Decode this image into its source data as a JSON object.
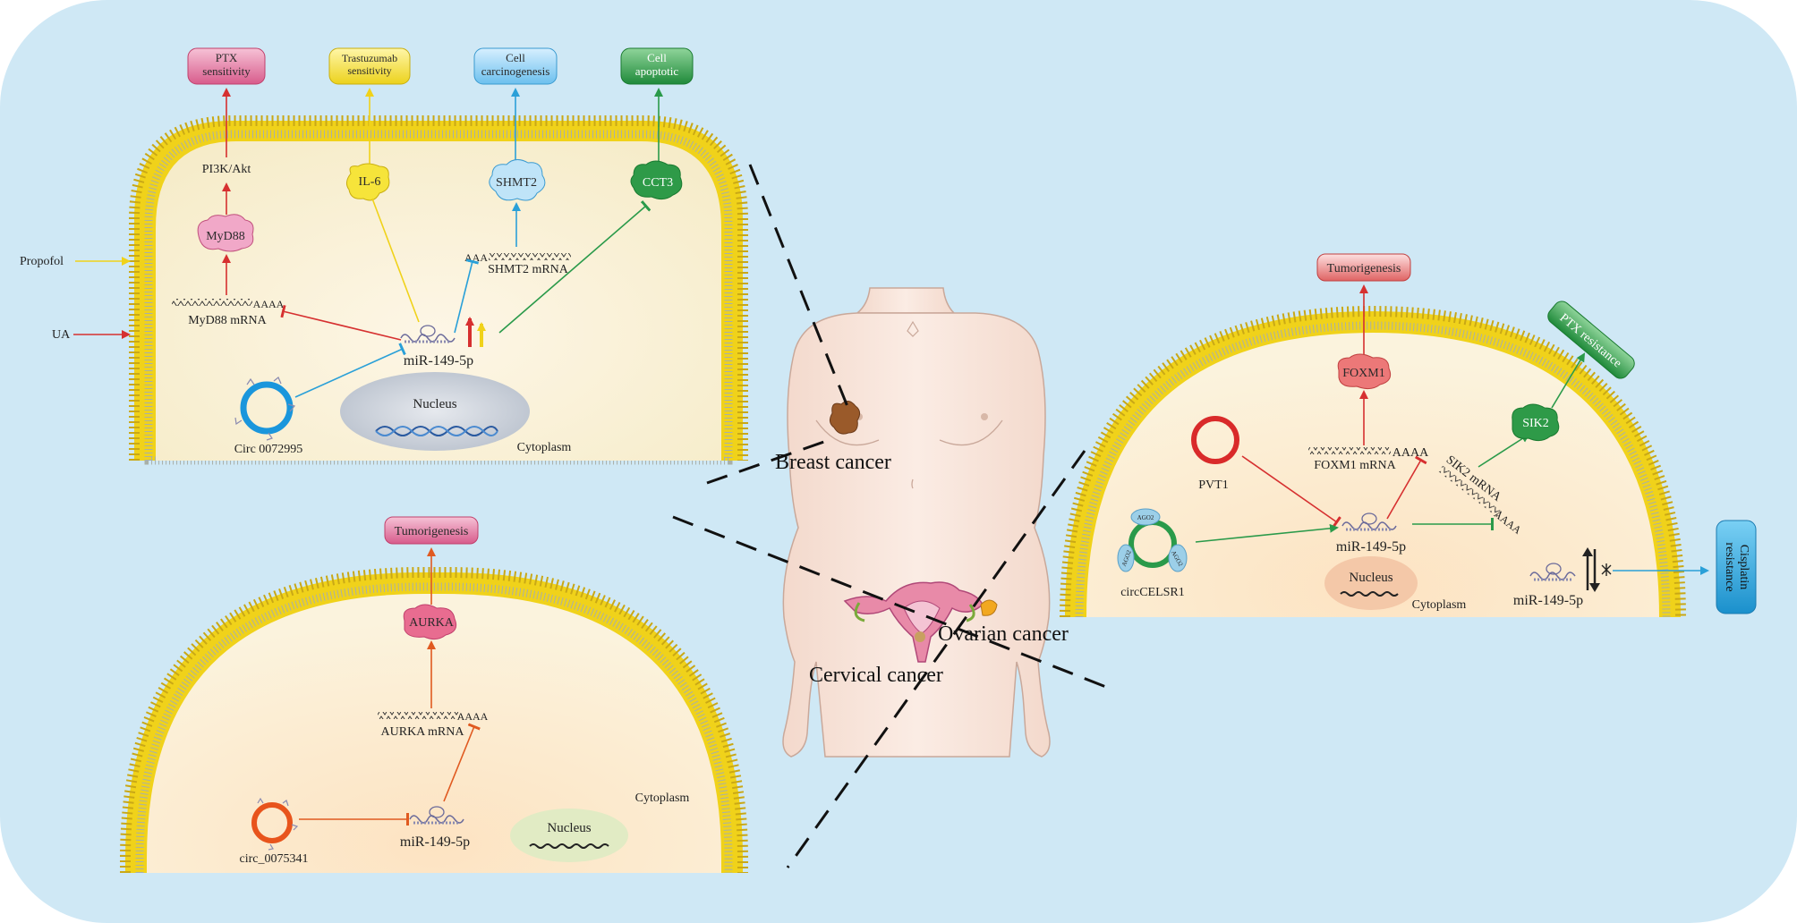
{
  "breast_panel": {
    "outcomes": {
      "ptx": "PTX\nsensitivity",
      "trastuzumab": "Trastuzumab\nsensitivity",
      "carcinogenesis": "Cell\ncarcinogenesis",
      "apoptotic": "Cell\napoptotic"
    },
    "pi3k": "PI3K/Akt",
    "myd88": "MyD88",
    "il6": "IL-6",
    "shmt2": "SHMT2",
    "cct3": "CCT3",
    "myd88_mrna": "MyD88 mRNA",
    "myd88_polya": "AAAA",
    "shmt2_polya": "AAA",
    "shmt2_mrna": "SHMT2 mRNA",
    "propofol": "Propofol",
    "ua": "UA",
    "mirna": "miR-149-5p",
    "circ": "Circ 0072995",
    "nucleus": "Nucleus",
    "cytoplasm": "Cytoplasm"
  },
  "cervical_panel": {
    "tumorigenesis": "Tumorigenesis",
    "aurka": "AURKA",
    "aurka_mrna": "AURKA mRNA",
    "polya": "AAAA",
    "mirna": "miR-149-5p",
    "circ": "circ_0075341",
    "nucleus": "Nucleus",
    "cytoplasm": "Cytoplasm"
  },
  "ovarian_panel": {
    "tumorigenesis": "Tumorigenesis",
    "foxm1": "FOXM1",
    "foxm1_mrna": "FOXM1 mRNA",
    "foxm1_polya": "AAAA",
    "sik2_mrna": "SIK2 mRNA",
    "sik2_polya": "AAAA",
    "sik2": "SIK2",
    "ptx_resistance": "PTX resistance",
    "pvt1": "PVT1",
    "mirna_center": "miR-149-5p",
    "ago2": "AGO2",
    "circ": "circCELSR1",
    "nucleus": "Nucleus",
    "cytoplasm": "Cytoplasm",
    "mirna_right": "miR-149-5p",
    "cisplatin": "Cisplatin\nresistance"
  },
  "body_labels": {
    "breast": "Breast cancer",
    "ovarian": "Ovarian cancer",
    "cervical": "Cervical cancer"
  },
  "colors": {
    "background": "#cfe8f5",
    "membrane": "#f4e03a",
    "cytoplasm": "#fbf1d8",
    "red": "#d63030",
    "yellow": "#f0d21a",
    "blue": "#2aa0d8",
    "green": "#2a9a4a",
    "orange": "#e05a20",
    "pink": "#e0648c"
  }
}
